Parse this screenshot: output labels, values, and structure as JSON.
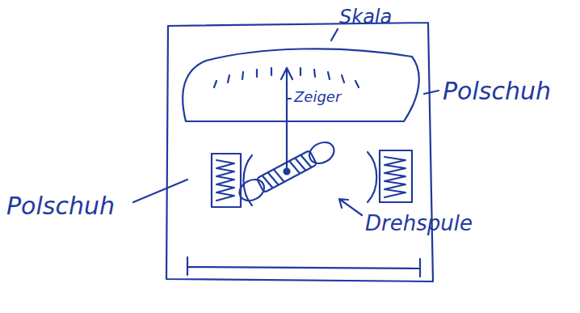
{
  "diagram": {
    "labels": [
      "Skala",
      "Zeiger",
      "Polschuh",
      "Polschuh",
      "Drehspule"
    ]
  }
}
